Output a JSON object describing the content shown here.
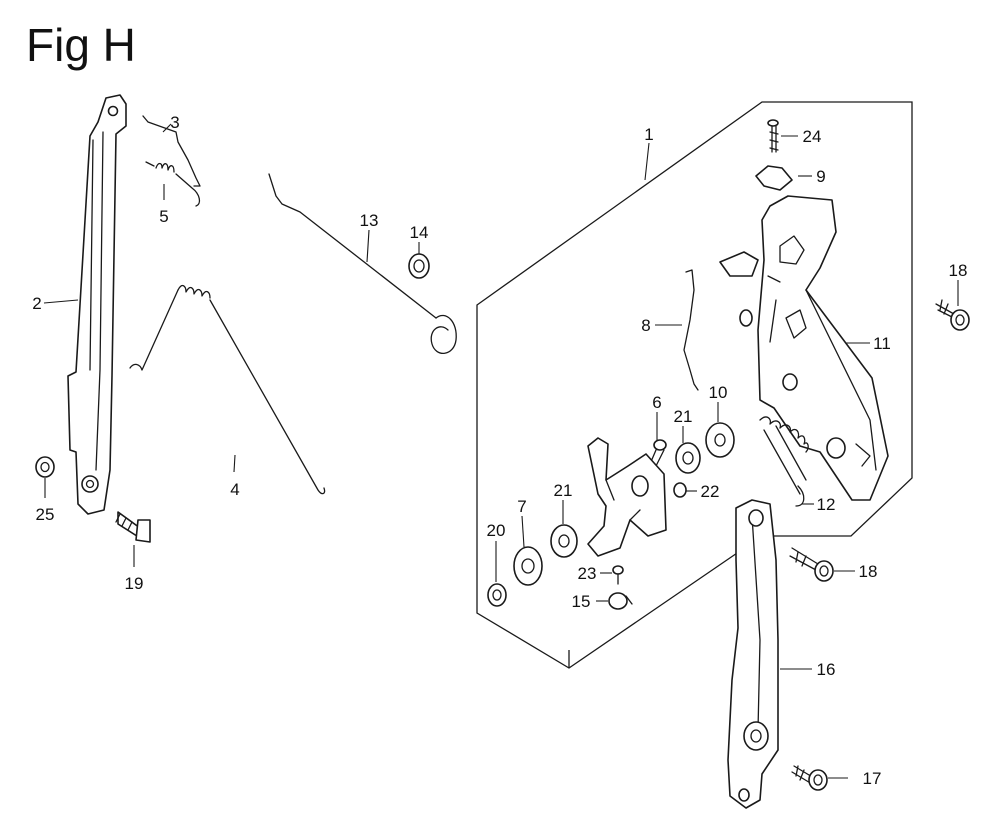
{
  "title": "Fig H",
  "callouts": [
    {
      "id": "c1",
      "label": "1"
    },
    {
      "id": "c2",
      "label": "2"
    },
    {
      "id": "c3",
      "label": "3"
    },
    {
      "id": "c4",
      "label": "4"
    },
    {
      "id": "c5",
      "label": "5"
    },
    {
      "id": "c6",
      "label": "6"
    },
    {
      "id": "c7",
      "label": "7"
    },
    {
      "id": "c8",
      "label": "8"
    },
    {
      "id": "c9",
      "label": "9"
    },
    {
      "id": "c10",
      "label": "10"
    },
    {
      "id": "c11",
      "label": "11"
    },
    {
      "id": "c12",
      "label": "12"
    },
    {
      "id": "c13",
      "label": "13"
    },
    {
      "id": "c14",
      "label": "14"
    },
    {
      "id": "c15",
      "label": "15"
    },
    {
      "id": "c16",
      "label": "16"
    },
    {
      "id": "c17",
      "label": "17"
    },
    {
      "id": "c18a",
      "label": "18"
    },
    {
      "id": "c18b",
      "label": "18"
    },
    {
      "id": "c19",
      "label": "19"
    },
    {
      "id": "c20",
      "label": "20"
    },
    {
      "id": "c21a",
      "label": "21"
    },
    {
      "id": "c21b",
      "label": "21"
    },
    {
      "id": "c22",
      "label": "22"
    },
    {
      "id": "c23",
      "label": "23"
    },
    {
      "id": "c24",
      "label": "24"
    },
    {
      "id": "c25",
      "label": "25"
    }
  ]
}
